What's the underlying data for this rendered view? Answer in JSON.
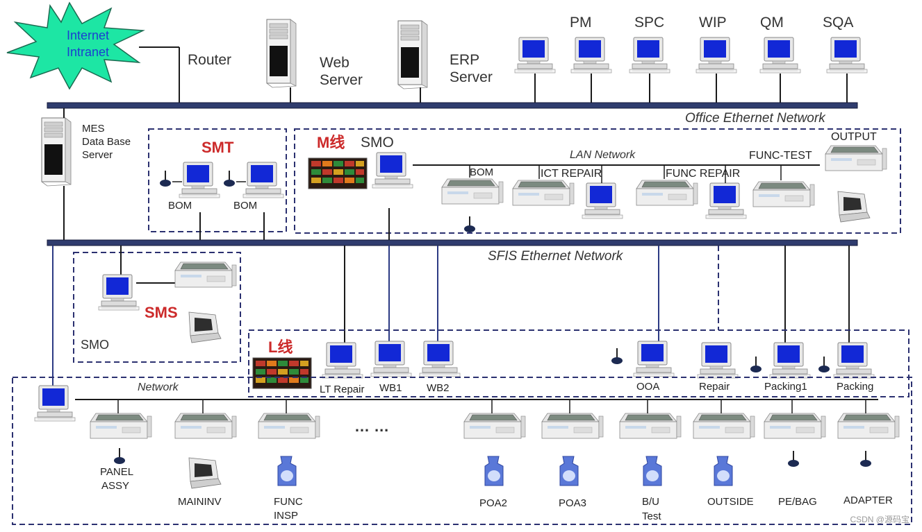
{
  "labels": {
    "internet": "Internet",
    "intranet": "Intranet",
    "router": "Router",
    "web_server_1": "Web",
    "web_server_2": "Server",
    "erp_server_1": "ERP",
    "erp_server_2": "Server",
    "pm": "PM",
    "spc": "SPC",
    "wip": "WIP",
    "qm": "QM",
    "sqa": "SQA",
    "office_network": "Office Ethernet Network",
    "mes_db_1": "MES",
    "mes_db_2": "Data Base",
    "mes_db_3": "Server",
    "smt": "SMT",
    "smt_bom_1": "BOM",
    "smt_bom_2": "BOM",
    "m_line": "M线",
    "smo_top": "SMO",
    "lan_network": "LAN Network",
    "func_test": "FUNC-TEST",
    "output": "OUTPUT",
    "bom": "BOM",
    "ict_repair": "ICT REPAIR",
    "func_repair": "FUNC REPAIR",
    "sfis_network": "SFIS Ethernet Network",
    "sms": "SMS",
    "smo_left": "SMO",
    "l_line": "L线",
    "lt_repair": "LT Repair",
    "wb1": "WB1",
    "wb2": "WB2",
    "ooa": "OOA",
    "repair": "Repair",
    "packing1": "Packing1",
    "packing": "Packing",
    "network": "Network",
    "ellipsis": "… …",
    "panel_assy_1": "PANEL",
    "panel_assy_2": "ASSY",
    "main_inv": "MAININV",
    "func_insp_1": "FUNC",
    "func_insp_2": "INSP",
    "poa2": "POA2",
    "poa3": "POA3",
    "bu_test_1": "B/U",
    "bu_test_2": "Test",
    "outside": "OUTSIDE",
    "pe_bag": "PE/BAG",
    "adapter": "ADAPTER",
    "watermark": "CSDN @源码宝"
  },
  "colors": {
    "bus": "#2f3c6e",
    "dashed_box": "#2b3070",
    "screen": "#1228d6",
    "starburst": "#1de6a4",
    "red_label": "#cc2a2a"
  }
}
